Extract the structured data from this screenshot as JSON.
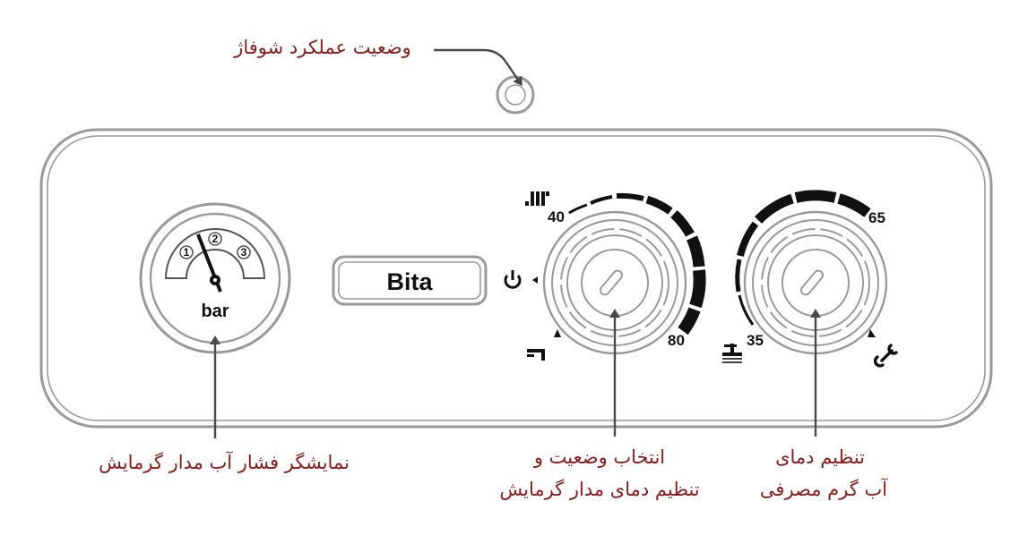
{
  "colors": {
    "label_text": "#8b1a1a",
    "outline": "#9a9a9a",
    "arrow": "#4a4a4a",
    "ink": "#111111"
  },
  "callouts": {
    "status_indicator": "وضعیت عملکرد شوفاژ",
    "pressure_gauge": "نمایشگر فشار آب مدار گرمایش",
    "heating_selector_line1": "انتخاب وضعیت و",
    "heating_selector_line2": "تنظیم دمای مدار گرمایش",
    "dhw_temp_line1": "تنظیم دمای",
    "dhw_temp_line2": "آب گرم مصرفی"
  },
  "panel": {
    "brand": "Bita"
  },
  "pressure_gauge": {
    "unit": "bar",
    "ticks": [
      "1",
      "2",
      "3"
    ]
  },
  "heating_dial": {
    "min": "40",
    "max": "80",
    "icons": [
      "radiator-icon",
      "power-icon",
      "tap-icon"
    ]
  },
  "dhw_dial": {
    "min": "35",
    "max": "65",
    "icons": [
      "shower-icon",
      "wrench-icon"
    ]
  }
}
